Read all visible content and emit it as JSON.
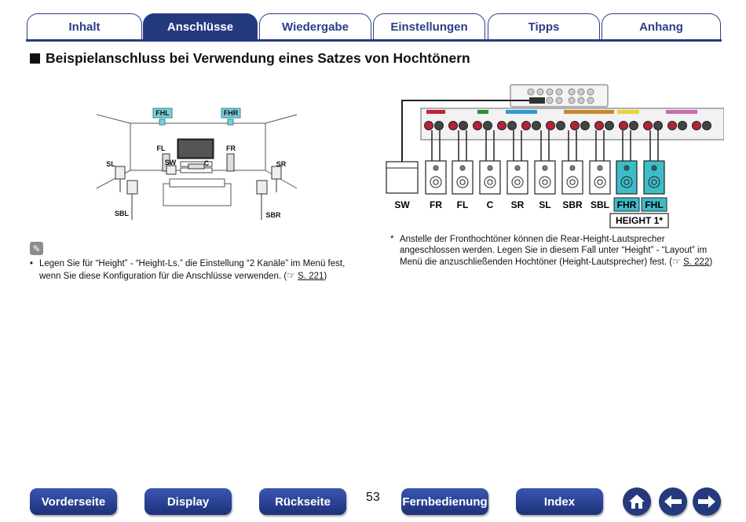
{
  "tabs": [
    {
      "label": "Inhalt",
      "active": false
    },
    {
      "label": "Anschlüsse",
      "active": true
    },
    {
      "label": "Wiedergabe",
      "active": false
    },
    {
      "label": "Einstellungen",
      "active": false
    },
    {
      "label": "Tipps",
      "active": false
    },
    {
      "label": "Anhang",
      "active": false
    }
  ],
  "heading": "Beispielanschluss bei Verwendung eines Satzes von Hochtönern",
  "room_diagram": {
    "labels": {
      "fhl": "FHL",
      "fhr": "FHR",
      "fl": "FL",
      "fr": "FR",
      "sl": "SL",
      "sr": "SR",
      "sw": "SW",
      "c": "C",
      "sbl": "SBL",
      "sbr": "SBR"
    }
  },
  "wiring_diagram": {
    "speakers": [
      "SW",
      "FR",
      "FL",
      "C",
      "SR",
      "SL",
      "SBR",
      "SBL",
      "FHR",
      "FHL"
    ],
    "height_label": "HEIGHT 1*"
  },
  "note_left": {
    "icon": "pencil-icon",
    "bullet": "•",
    "text": "Legen Sie für “Height” - “Height-Ls.” die Einstellung “2 Kanäle” im Menü fest, wenn Sie diese Konfiguration für die Anschlüsse verwenden.",
    "ref_open": "(",
    "ref_icon": "☞",
    "ref_link": "S. 221",
    "ref_close": ")"
  },
  "note_right": {
    "star": "*",
    "text": "Anstelle der Fronthochtöner können die Rear-Height-Lautsprecher angeschlossen werden. Legen Sie in diesem Fall unter “Height” - “Layout” im Menü die anzuschließenden Hochtöner (Height-Lautsprecher) fest.",
    "ref_open": "(",
    "ref_icon": "☞",
    "ref_link": "S. 222",
    "ref_close": ")"
  },
  "footer": {
    "buttons": [
      "Vorderseite",
      "Display",
      "Rückseite",
      "Fernbedienung",
      "Index"
    ],
    "page_number": "53",
    "icons": [
      "home-icon",
      "back-arrow-icon",
      "forward-arrow-icon"
    ]
  },
  "colors": {
    "accent": "#25397e",
    "height_speaker": "#3cbdc9",
    "terminal_red": "#b0243a"
  }
}
